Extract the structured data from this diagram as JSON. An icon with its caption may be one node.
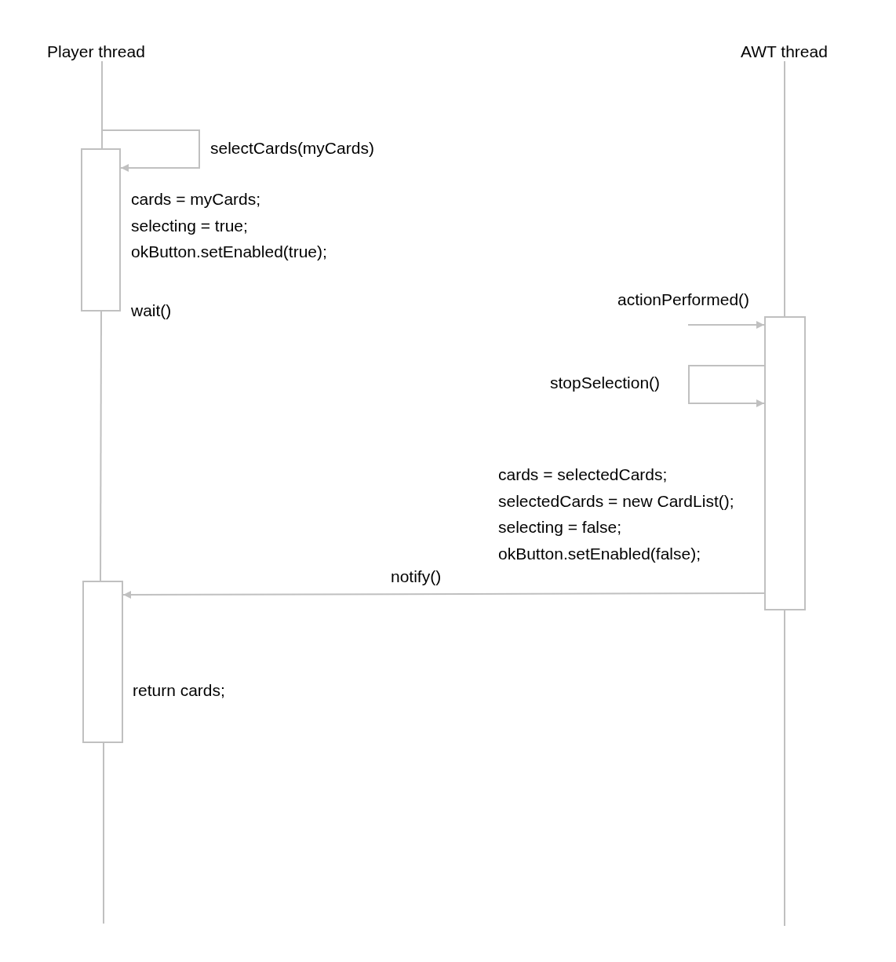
{
  "diagram": {
    "nodes": [
      {
        "text": [
          "Player thread"
        ]
      },
      {
        "text": [
          "AWT thread"
        ]
      },
      {
        "text": [],
        "shape": "box",
        "beside": [
          "cards = myCards;",
          "selecting = true;",
          "okButton.setEnabled(true);",
          "wait()"
        ]
      },
      {
        "text": [],
        "shape": "box",
        "beside": [
          "cards = selectedCards;",
          "selectedCards = new CardList();",
          "selecting = false;",
          "okButton.setEnabled(false);"
        ]
      },
      {
        "text": [],
        "shape": "box",
        "beside": [
          "return cards;"
        ]
      }
    ],
    "edges": [
      {
        "from": 0,
        "to": 2,
        "arrow": "none"
      },
      {
        "from": 2,
        "to": 4,
        "arrow": "none"
      },
      {
        "from": 4,
        "to": null,
        "arrow": "none"
      },
      {
        "from": 1,
        "to": 3,
        "arrow": "none"
      },
      {
        "from": 3,
        "to": null,
        "arrow": "none"
      },
      {
        "from": 2,
        "to": 2,
        "arrow": "to",
        "label": "selectCards(myCards)"
      },
      {
        "from": null,
        "to": 3,
        "arrow": "to",
        "label": "actionPerformed()"
      },
      {
        "from": 3,
        "to": 3,
        "arrow": "to",
        "label": "stopSelection()"
      },
      {
        "from": 3,
        "to": 4,
        "arrow": "to",
        "label": "notify()"
      }
    ]
  }
}
